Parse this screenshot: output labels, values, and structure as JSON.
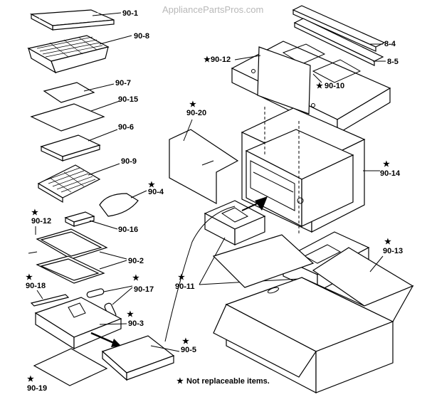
{
  "watermark": "AppliancePartsPros.com",
  "star": "★",
  "labels": {
    "p90_1": "90-1",
    "p90_8": "90-8",
    "p90_7": "90-7",
    "p90_15": "90-15",
    "p90_6": "90-6",
    "p90_9": "90-9",
    "p90_4": "90-4",
    "p90_16": "90-16",
    "p90_12_left": "90-12",
    "p90_2": "90-2",
    "p90_18": "90-18",
    "p90_17": "90-17",
    "p90_3": "90-3",
    "p90_5": "90-5",
    "p90_19": "90-19",
    "p8_4": "8-4",
    "p8_5": "8-5",
    "p90_12_top": "90-12",
    "p90_10": "90-10",
    "p90_20": "90-20",
    "p90_14": "90-14",
    "p90_11": "90-11",
    "p90_13": "90-13"
  },
  "footnote": "Not replaceable items."
}
